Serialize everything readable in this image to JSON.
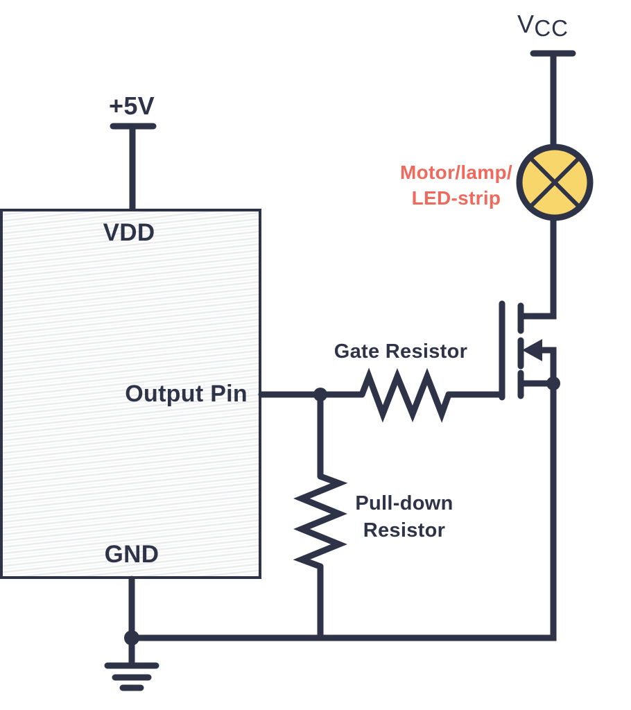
{
  "diagram": {
    "labels": {
      "supply_left": "+5V",
      "supply_right_main": "V",
      "supply_right_sub": "CC",
      "vdd_pin": "VDD",
      "output_pin": "Output Pin",
      "gnd_pin": "GND",
      "gate_resistor": "Gate Resistor",
      "pulldown_line1": "Pull-down",
      "pulldown_line2": "Resistor",
      "load_line1": "Motor/lamp/",
      "load_line2": "LED-strip"
    },
    "colors": {
      "wire": "#2e3347",
      "lamp_fill": "#f8d66b",
      "load_label": "#ef695d"
    }
  }
}
